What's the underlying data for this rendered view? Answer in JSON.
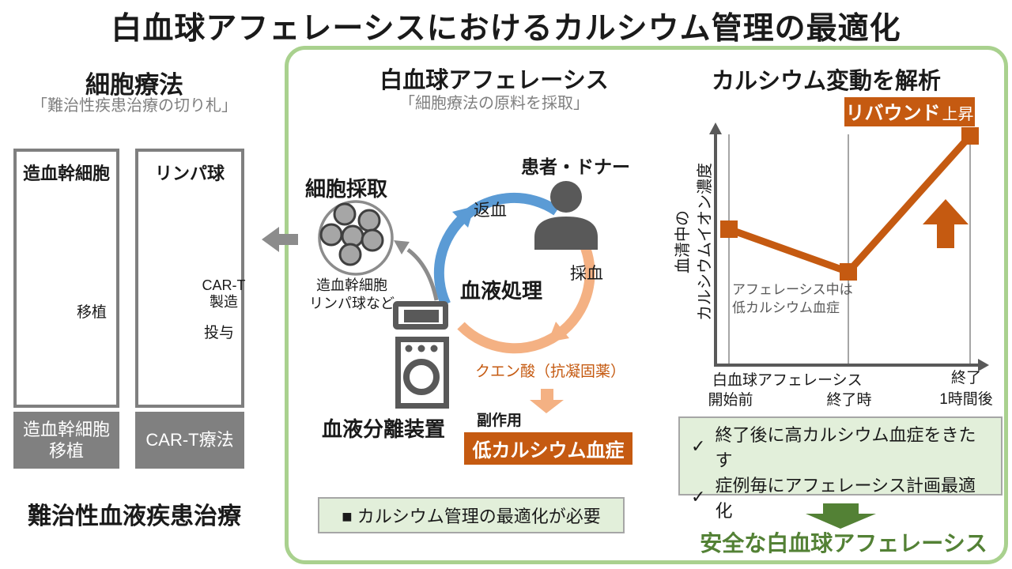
{
  "title": "白血球アフェレーシスにおけるカルシウム管理の最適化",
  "left_panel": {
    "heading": "細胞療法",
    "subheading": "「難治性疾患治療の切り札」",
    "columns": [
      {
        "box_title": "造血幹細胞",
        "steps": [
          {
            "label": "移植"
          }
        ],
        "result": "造血幹細胞\n移植"
      },
      {
        "box_title": "リンパ球",
        "steps": [
          {
            "label": "CAR-T\n製造"
          },
          {
            "label": "投与"
          }
        ],
        "result": "CAR-T療法"
      }
    ],
    "footer": "難治性血液疾患治療"
  },
  "middle_panel": {
    "heading": "白血球アフェレーシス",
    "subheading": "「細胞療法の原料を採取」",
    "cell_collection_label": "細胞採取",
    "cell_types": "造血幹細胞\nリンパ球など",
    "patient_label": "患者・ドナー",
    "return_label": "返血",
    "draw_label": "採血",
    "processing_label": "血液処理",
    "citrate_label": "クエン酸（抗凝固薬）",
    "device_label": "血液分離装置",
    "side_effect_label": "副作用",
    "hypocalcemia_label": "低カルシウム血症",
    "note": "■ カルシウム管理の最適化が必要"
  },
  "right_panel": {
    "heading": "カルシウム変動を解析",
    "rebound": {
      "main": "リバウンド",
      "sub": "上昇"
    },
    "chart": {
      "y_axis_label": "血清中の\nカルシウムイオン濃度",
      "annotation": "アフェレーシス中は\n低カルシウム血症",
      "x_axis": {
        "series_label": "白血球アフェレーシス",
        "tick1": "開始前",
        "tick2": "終了時",
        "tick3": "終了\n1時間後"
      }
    },
    "findings": [
      {
        "check": "✓",
        "text": "終了後に高カルシウム血症をきたす"
      },
      {
        "check": "✓",
        "text": "症例毎にアフェレーシス計画最適化"
      }
    ],
    "conclusion": "安全な白血球アフェレーシス"
  },
  "chart_data": {
    "type": "line",
    "title": "カルシウム変動を解析",
    "ylabel": "血清中のカルシウムイオン濃度",
    "xlabel": "",
    "x_categories": [
      "白血球アフェレーシス 開始前",
      "白血球アフェレーシス 終了時",
      "終了 1時間後"
    ],
    "series": [
      {
        "name": "カルシウムイオン濃度",
        "values_relative": [
          0.59,
          0.4,
          1.0
        ]
      }
    ],
    "axis_numeric": false,
    "marker": "square",
    "line_color": "#C55A11",
    "grid": "vertical gridline at each x category",
    "legend": false,
    "annotations": [
      "アフェレーシス中は低カルシウム血症",
      "リバウンド上昇"
    ]
  },
  "colors": {
    "accent_orange": "#C55A11",
    "light_orange": "#F4B183",
    "flow_blue": "#5B9BD5",
    "frame_green": "#A9D18E",
    "light_green_bg": "#E2EFDA",
    "dark_green": "#538135",
    "gray": "#808080",
    "dark_gray": "#595959"
  }
}
